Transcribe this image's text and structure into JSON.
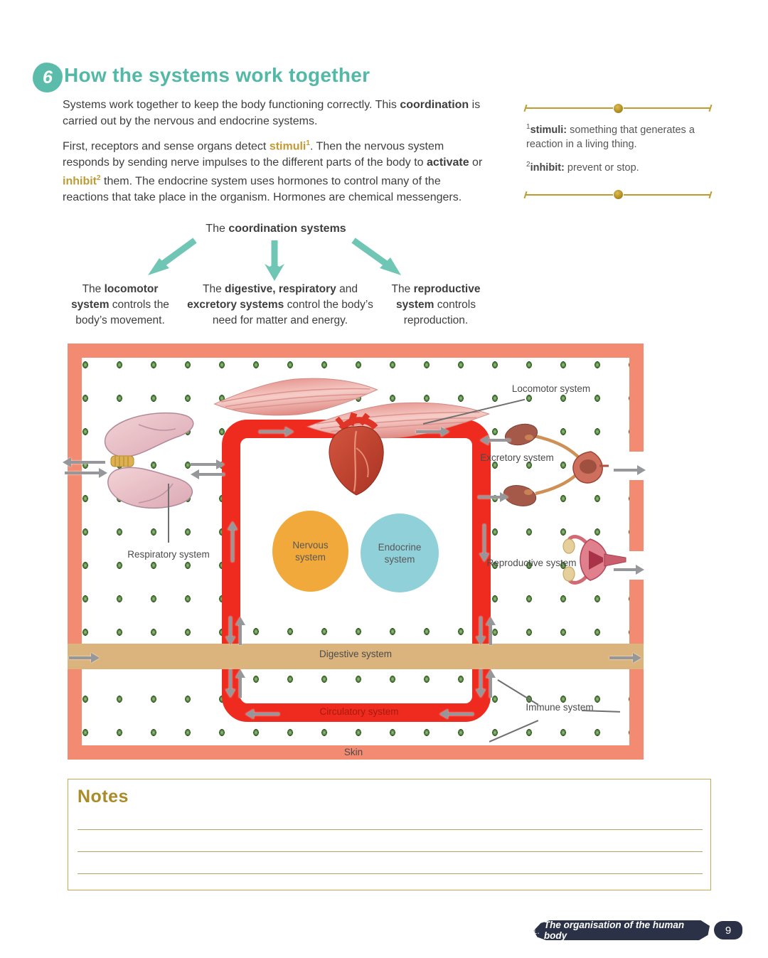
{
  "colors": {
    "teal_accent": "#52b9a6",
    "gold_accent": "#bf9a2f",
    "frame_salmon": "#f28b72",
    "loop_red": "#ee2b1e",
    "band_tan": "#dbb37c",
    "nervous_orange": "#f2a93b",
    "endocrine_blue": "#90d0d8",
    "footer_navy": "#2b3147"
  },
  "header": {
    "section_number": "6",
    "title": "How the systems work together"
  },
  "intro": {
    "p1": {
      "seg1": "Systems work together to keep the body functioning correctly. This ",
      "bold1": "coordination",
      "seg2": " is carried out by the nervous and endocrine systems."
    },
    "p2": {
      "seg1": "First, receptors and sense organs detect ",
      "term1": "stimuli",
      "sup1": "1",
      "seg2": ". Then the nervous system responds by sending nerve impulses to the different parts of the body to ",
      "bold1": "activate",
      "seg3": " or ",
      "term2": "inhibit",
      "sup2": "2",
      "seg4": " them. The endocrine system uses hormones to control many of the reactions that take place in the organism. Hormones are chemical messengers."
    }
  },
  "vocab": {
    "items": [
      {
        "sup": "1",
        "term": "stimuli:",
        "definition": "  something that generates a reaction in a living thing."
      },
      {
        "sup": "2",
        "term": "inhibit:",
        "definition": " prevent or stop."
      }
    ]
  },
  "coordination_diagram": {
    "title_seg1": "The ",
    "title_bold": "coordination systems",
    "boxes": [
      {
        "seg1": "The ",
        "bold1": "locomotor system",
        "seg2": " controls the body’s movement."
      },
      {
        "seg1": "The ",
        "bold1": "digestive, respiratory",
        "seg2": " and ",
        "bold2": "excretory systems",
        "seg3": " control the body’s need for matter and energy."
      },
      {
        "seg1": "The ",
        "bold1": "reproductive system",
        "seg2": " controls reproduction."
      }
    ]
  },
  "body_diagram": {
    "labels": {
      "locomotor": "Locomotor system",
      "respiratory": "Respiratory system",
      "excretory": "Excretory system",
      "reproductive": "Reproductive system",
      "nervous": "Nervous system",
      "endocrine": "Endocrine system",
      "digestive": "Digestive system",
      "circulatory": "Circulatory system",
      "immune": "Immune system",
      "skin": "Skin"
    }
  },
  "notes": {
    "title": "Notes"
  },
  "footer": {
    "chapter_number": "1.",
    "chapter_title": "The organisation of the human body",
    "page_number": "9"
  }
}
